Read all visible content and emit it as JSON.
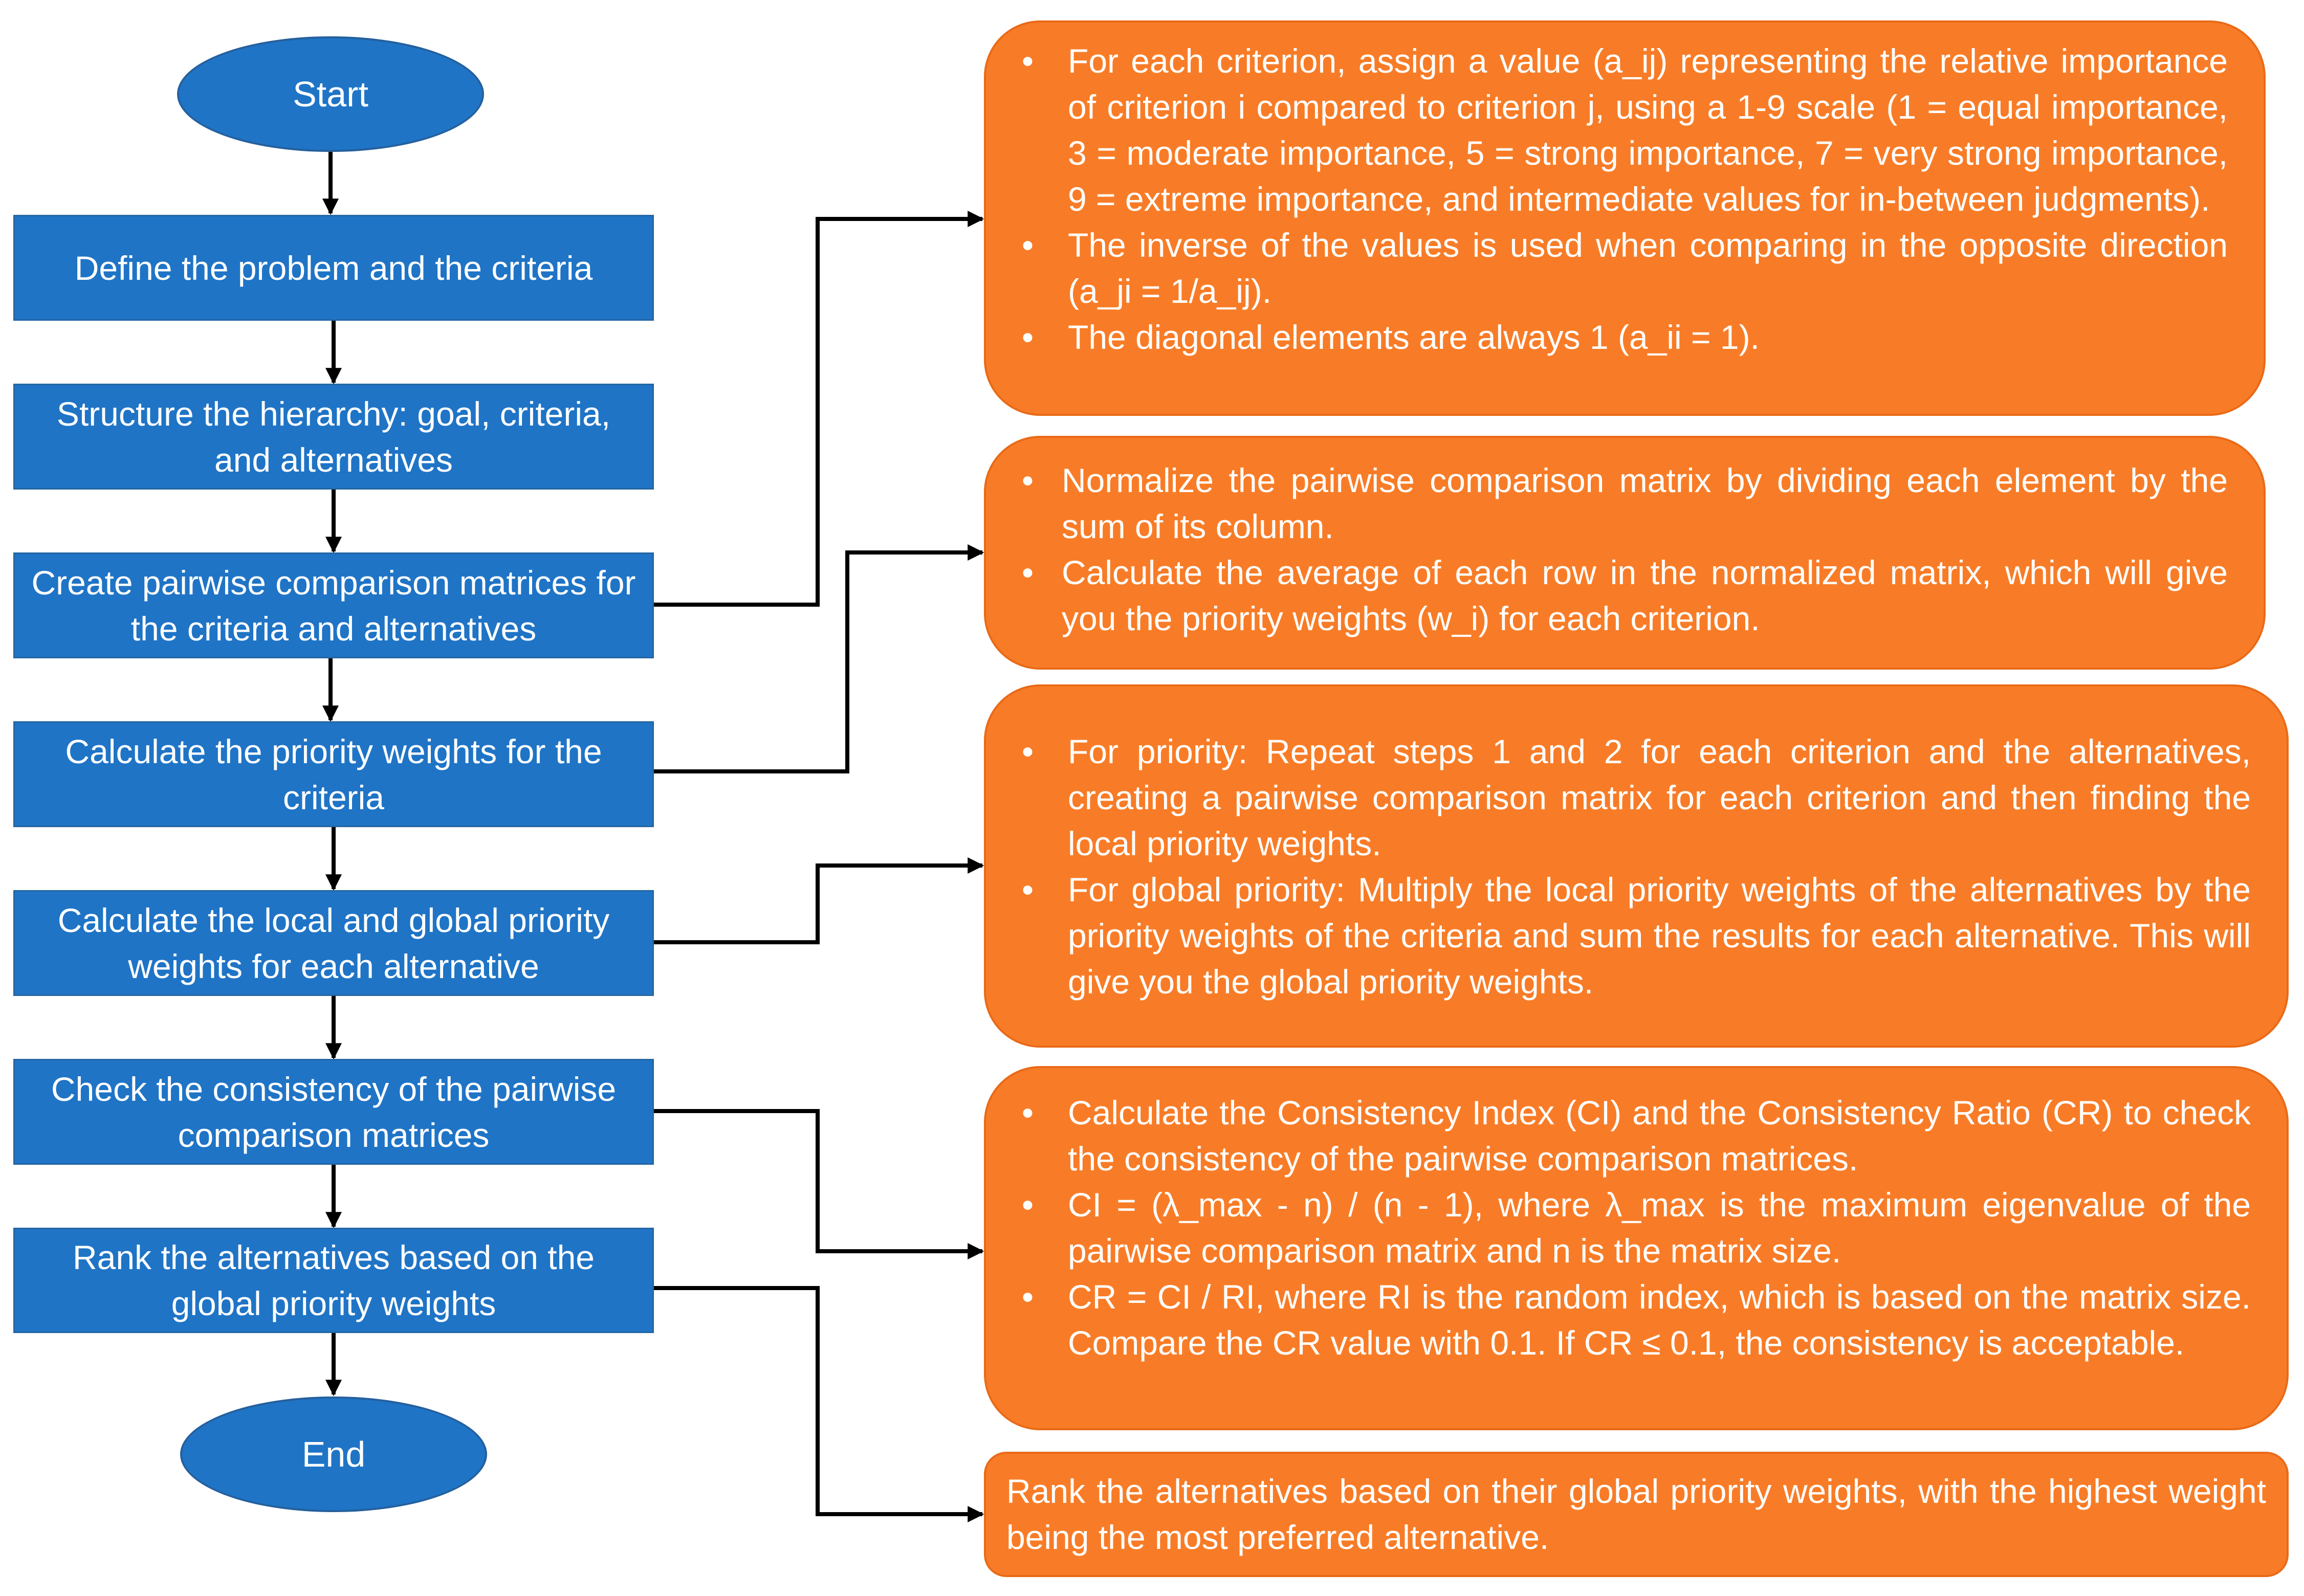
{
  "flow": {
    "start": "Start",
    "end": "End",
    "steps": [
      "Define the problem and the criteria",
      "Structure the hierarchy: goal, criteria, and alternatives",
      "Create pairwise comparison matrices for the criteria and alternatives",
      "Calculate the priority weights for the criteria",
      "Calculate the local and global priority weights for each alternative",
      "Check the consistency of the pairwise comparison matrices",
      "Rank the alternatives based on the global priority weights"
    ]
  },
  "notes": {
    "pairwise": [
      "For each criterion, assign a value (a_ij) representing the relative importance of criterion i compared to criterion j, using a 1-9 scale (1 = equal importance, 3 = moderate importance, 5 = strong importance, 7 = very strong importance, 9 = extreme importance, and intermediate values for in-between judgments).",
      "The inverse of the values is used when comparing in the opposite direction (a_ji = 1/a_ij).",
      "The diagonal elements are always 1 (a_ii = 1)."
    ],
    "weights": [
      "Normalize the pairwise comparison matrix by dividing each element by the sum of its column.",
      "Calculate the average of each row in the normalized matrix, which will give you the priority weights (w_i) for each criterion."
    ],
    "local_global": [
      "For priority: Repeat steps 1 and 2 for each criterion and the alternatives, creating a pairwise comparison matrix for each criterion and then finding the local priority weights.",
      "For global priority: Multiply the local priority weights of the alternatives by the priority weights of the criteria and sum the results for each alternative. This will give you the global priority weights."
    ],
    "consistency": [
      "Calculate the Consistency Index (CI) and the Consistency Ratio (CR) to check the consistency of the pairwise comparison matrices.",
      "CI = (λ_max - n) / (n - 1), where λ_max is the maximum eigenvalue of the pairwise comparison matrix and n is the matrix size.",
      "CR = CI / RI, where RI is the random index, which is based on the matrix size. Compare the CR value with 0.1. If CR ≤ 0.1, the consistency is acceptable."
    ],
    "rank": "Rank the alternatives based on their global priority weights, with the highest weight being the most preferred alternative."
  },
  "colors": {
    "step_fill": "#1f74c6",
    "note_fill": "#f87c27",
    "connector": "#000000"
  }
}
